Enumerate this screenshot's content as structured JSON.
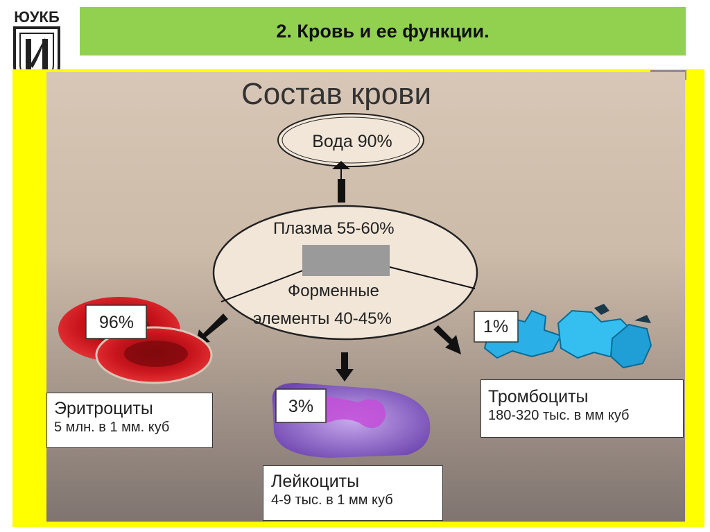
{
  "header": {
    "title": "2. Кровь и ее функции."
  },
  "logo": {
    "text": "ЮУКБ"
  },
  "diagram": {
    "title": "Состав крови",
    "water": "Вода 90%",
    "plasma": "Плазма 55-60%",
    "formed_line1": "Форменные",
    "formed_line2": "элементы 40-45%",
    "erythrocytes": {
      "percent": "96%",
      "name": "Эритроциты",
      "count": "5 млн. в 1 мм. куб"
    },
    "leukocytes": {
      "percent": "3%",
      "name": "Лейкоциты",
      "count": "4-9 тыс. в 1 мм куб"
    },
    "platelets": {
      "percent": "1%",
      "name": "Тромбоциты",
      "count": "180-320 тыс. в мм куб"
    }
  },
  "colors": {
    "header_bg": "#92d050",
    "frame": "#ffff00",
    "red_cells": "#c8141c",
    "leukocyte": "#9a6fd0",
    "platelets": "#2ab0e6"
  }
}
